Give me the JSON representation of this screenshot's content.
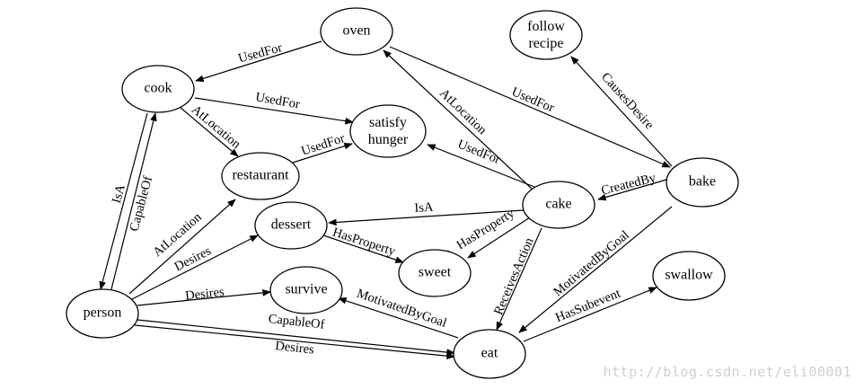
{
  "nodes": [
    {
      "id": "oven",
      "label": "oven"
    },
    {
      "id": "follow-recipe",
      "label": "follow recipe"
    },
    {
      "id": "cook",
      "label": "cook"
    },
    {
      "id": "satisfy-hunger",
      "label": "satisfy hunger"
    },
    {
      "id": "restaurant",
      "label": "restaurant"
    },
    {
      "id": "bake",
      "label": "bake"
    },
    {
      "id": "cake",
      "label": "cake"
    },
    {
      "id": "dessert",
      "label": "dessert"
    },
    {
      "id": "sweet",
      "label": "sweet"
    },
    {
      "id": "swallow",
      "label": "swallow"
    },
    {
      "id": "survive",
      "label": "survive"
    },
    {
      "id": "person",
      "label": "person"
    },
    {
      "id": "eat",
      "label": "eat"
    }
  ],
  "edges": [
    {
      "id": "oven-cook",
      "label": "UsedFor"
    },
    {
      "id": "cook-satisfy",
      "label": "UsedFor"
    },
    {
      "id": "cook-restaurant",
      "label": "AtLocation"
    },
    {
      "id": "restaurant-satisfy",
      "label": "UsedFor"
    },
    {
      "id": "cake-satisfy",
      "label": "UsedFor"
    },
    {
      "id": "cake-oven",
      "label": "AtLocation"
    },
    {
      "id": "oven-bake",
      "label": "UsedFor"
    },
    {
      "id": "bake-follow",
      "label": "CausesDesire"
    },
    {
      "id": "bake-cake",
      "label": "CreatedBy"
    },
    {
      "id": "cake-dessert",
      "label": "IsA"
    },
    {
      "id": "dessert-sweet",
      "label": "HasProperty"
    },
    {
      "id": "cake-sweet",
      "label": "HasProperty"
    },
    {
      "id": "cake-eat",
      "label": "ReceivesAction"
    },
    {
      "id": "bake-eat",
      "label": "MotivatedByGoal"
    },
    {
      "id": "eat-swallow",
      "label": "HasSubevent"
    },
    {
      "id": "eat-survive",
      "label": "MotivatedByGoal"
    },
    {
      "id": "person-cook-isa",
      "label": "IsA"
    },
    {
      "id": "person-cook-capable",
      "label": "CapableOf"
    },
    {
      "id": "person-restaurant",
      "label": "AtLocation"
    },
    {
      "id": "person-dessert",
      "label": "Desires"
    },
    {
      "id": "person-survive",
      "label": "Desires"
    },
    {
      "id": "person-eat-capable",
      "label": "CapableOf"
    },
    {
      "id": "person-eat-desires",
      "label": "Desires"
    }
  ],
  "watermark": "http://blog.csdn.net/eli00001"
}
